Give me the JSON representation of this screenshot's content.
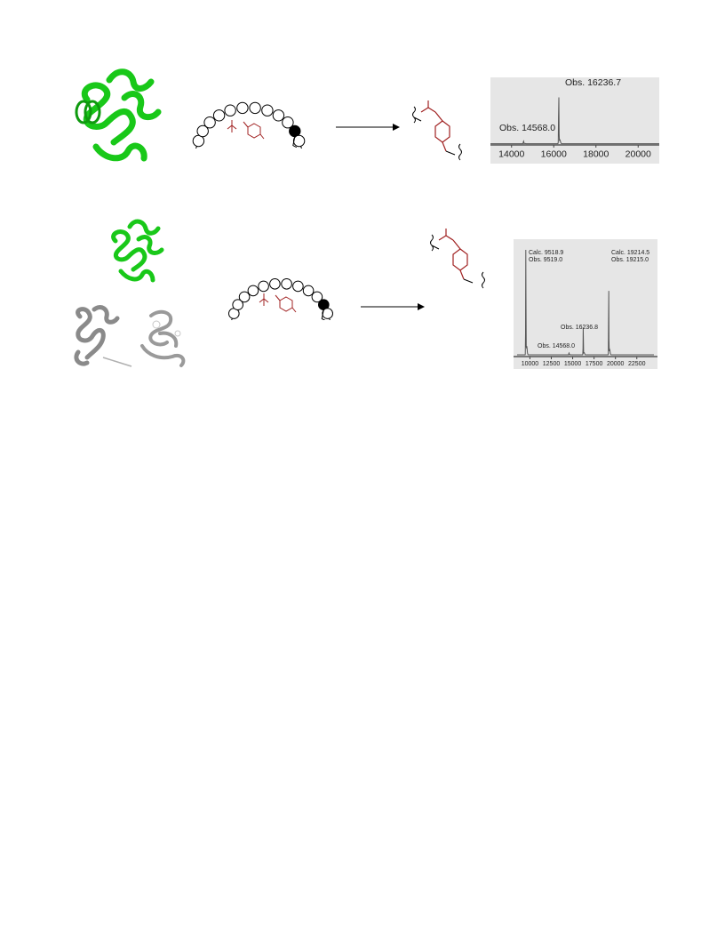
{
  "colors": {
    "protein_green": "#19c819",
    "protein_gray": "#9a9a9a",
    "chain_black": "#000000",
    "adduct_red": "#a02020",
    "spectrum_bg": "#e6e6e6",
    "spectrum_line": "#555555"
  },
  "icons": {
    "protein_green": "protein-ribbon-green-icon",
    "protein_gray": "protein-ribbon-gray-icon",
    "arrow": "reaction-arrow-icon",
    "chain": "peptide-bead-chain-icon",
    "adduct": "crosslink-adduct-icon"
  },
  "chart_data": [
    {
      "type": "line",
      "title": "",
      "xlabel": "",
      "ylabel": "",
      "xlim": [
        13000,
        21000
      ],
      "ticks": [
        "14000",
        "16000",
        "18000",
        "20000"
      ],
      "tick_values": [
        14000,
        16000,
        18000,
        20000
      ],
      "peaks": [
        {
          "mass": 14568.0,
          "intensity": 0.06,
          "label": "Obs. 14568.0"
        },
        {
          "mass": 16236.7,
          "intensity": 1.0,
          "label": "Obs. 16236.7"
        }
      ],
      "grid": false
    },
    {
      "type": "line",
      "title": "",
      "xlabel": "",
      "ylabel": "",
      "xlim": [
        8500,
        24500
      ],
      "ticks": [
        "10000",
        "12500",
        "15000",
        "17500",
        "20000",
        "22500"
      ],
      "tick_values": [
        10000,
        12500,
        15000,
        17500,
        20000,
        22500
      ],
      "peaks": [
        {
          "mass": 9519.0,
          "intensity": 1.0,
          "label_lines": [
            "Calc. 9518.9",
            "Obs. 9519.0"
          ]
        },
        {
          "mass": 14568.0,
          "intensity": 0.02,
          "label_lines": [
            "Obs. 14568.0"
          ]
        },
        {
          "mass": 16236.8,
          "intensity": 0.25,
          "label_lines": [
            "Obs. 16236.8"
          ]
        },
        {
          "mass": 19215.0,
          "intensity": 0.6,
          "label_lines": [
            "Calc. 19214.5",
            "Obs. 19215.0"
          ]
        }
      ],
      "grid": false
    }
  ]
}
